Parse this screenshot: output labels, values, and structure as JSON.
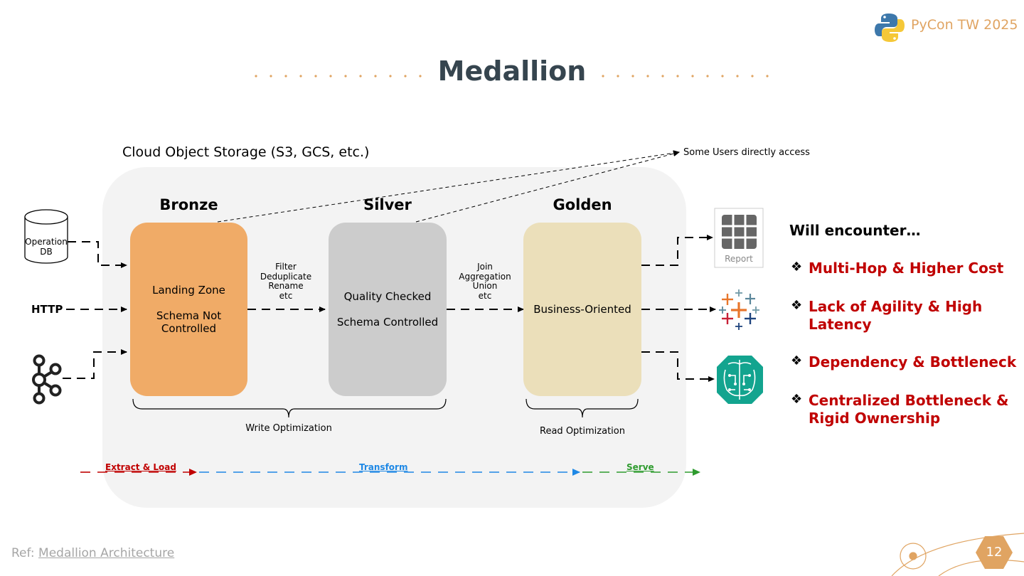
{
  "header": {
    "brand": "PyCon TW 2025",
    "title": "Medallion"
  },
  "diagram": {
    "storage_label": "Cloud Object Storage (S3, GCS, etc.)",
    "direct_access_label": "Some Users directly access",
    "sources": {
      "operation_db": [
        "Operation",
        "DB"
      ],
      "http": "HTTP",
      "kafka_icon": "kafka-icon"
    },
    "layers": [
      {
        "title": "Bronze",
        "lines": [
          "Landing Zone",
          "",
          "Schema Not",
          "Controlled"
        ],
        "color": "#f0ab67"
      },
      {
        "title": "Silver",
        "lines": [
          "Quality Checked",
          "",
          "Schema Controlled"
        ],
        "color": "#cccccc"
      },
      {
        "title": "Golden",
        "lines": [
          "Business-Oriented"
        ],
        "color": "#ebdfba"
      }
    ],
    "steps": {
      "bronze_to_silver": [
        "Filter",
        "Deduplicate",
        "Rename",
        "etc"
      ],
      "silver_to_golden": [
        "Join",
        "Aggregation",
        "Union",
        "etc"
      ]
    },
    "optimizations": {
      "write": "Write Optimization",
      "read": "Read Optimization"
    },
    "consumers": {
      "report": "Report",
      "tableau_icon": "tableau-icon",
      "ml_icon": "ai-brain-icon"
    },
    "phases": [
      {
        "label": "Extract & Load",
        "color": "#c00000"
      },
      {
        "label": "Transform",
        "color": "#1e88e5"
      },
      {
        "label": "Serve",
        "color": "#2e9b2e"
      }
    ],
    "colors": {
      "storage_bg": "#f3f3f3",
      "title": "#36454f",
      "accent": "#e0a462",
      "issue": "#c00000"
    }
  },
  "issues": {
    "heading": "Will encounter…",
    "items": [
      "Multi-Hop & Higher Cost",
      "Lack of Agility & High Latency",
      "Dependency & Bottleneck",
      "Centralized Bottleneck & Rigid Ownership"
    ]
  },
  "footer": {
    "ref_prefix": "Ref: ",
    "ref_link": "Medallion Architecture",
    "page": "12"
  }
}
